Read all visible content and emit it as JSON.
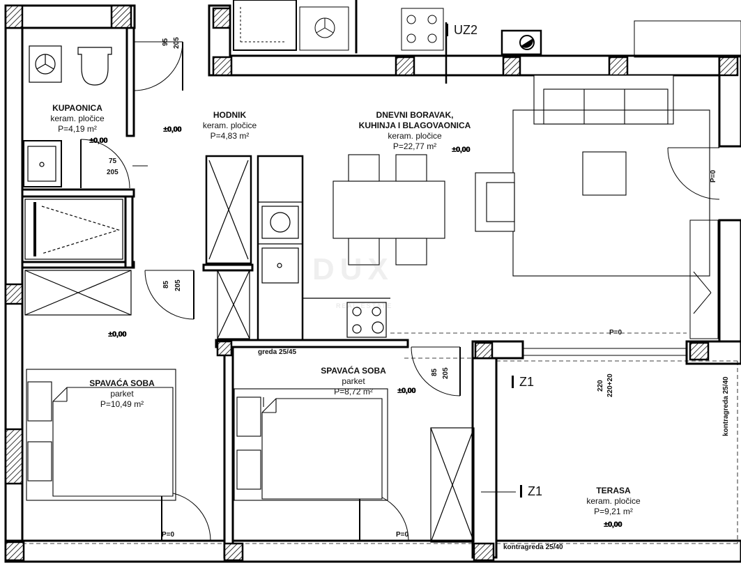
{
  "rooms": {
    "kupaonica": {
      "name": "KUPAONICA",
      "finish": "keram. pločice",
      "area": "P=4,19 m²"
    },
    "hodnik": {
      "name": "HODNIK",
      "finish": "keram. pločice",
      "area": "P=4,83 m²"
    },
    "dnevni": {
      "name1": "DNEVNI BORAVAK,",
      "name2": "KUHINJA I BLAGOVAONICA",
      "finish": "keram. pločice",
      "area": "P=22,77 m²"
    },
    "soba1": {
      "name": "SPAVAĆA SOBA",
      "finish": "parket",
      "area": "P=10,49 m²"
    },
    "soba2": {
      "name": "SPAVAĆA SOBA",
      "finish": "parket",
      "area": "P=8,72 m²"
    },
    "terasa": {
      "name": "TERASA",
      "finish": "keram. pločice",
      "area": "P=9,21 m²"
    }
  },
  "level_mark": "±0,00",
  "dims": {
    "door_top_a": "95",
    "door_top_b": "205",
    "bath_door_a": "75",
    "bath_door_b": "205",
    "hall_door_a": "85",
    "hall_door_b": "205",
    "room2_door_a": "85",
    "room2_door_b": "205",
    "terrace_a": "220",
    "terrace_b": "220+20",
    "p0": "P=0"
  },
  "tags": {
    "uz2": "UZ2",
    "z1": "Z1"
  },
  "notes": {
    "greda": "greda 25/45",
    "kontragreda_bottom": "kontragreda 25/40",
    "kontragreda_side": "kontragreda 25/40"
  },
  "watermark": {
    "logo": "DUX",
    "sub": "REAL ESTATE"
  }
}
